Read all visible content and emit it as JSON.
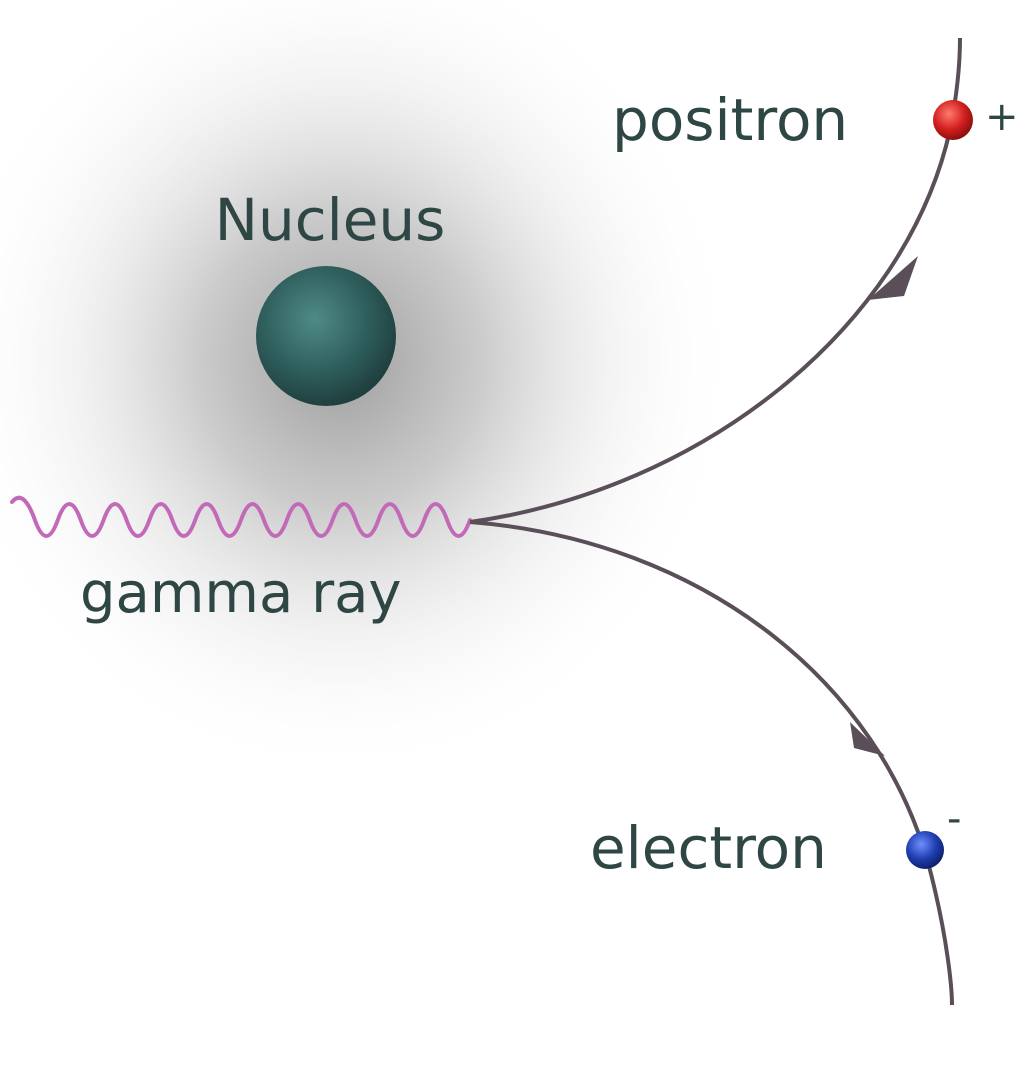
{
  "labels": {
    "nucleus": "Nucleus",
    "gamma_ray": "gamma ray",
    "positron": "positron",
    "electron": "electron",
    "positron_charge": "+",
    "electron_charge": "-"
  },
  "colors": {
    "text": "#2e4644",
    "nucleus": "#2f5f5d",
    "gamma_ray": "#c26ab8",
    "track": "#5a4f58",
    "positron": "#d21f1f",
    "electron": "#1f3fb0",
    "halo": "#8a8a8a"
  }
}
